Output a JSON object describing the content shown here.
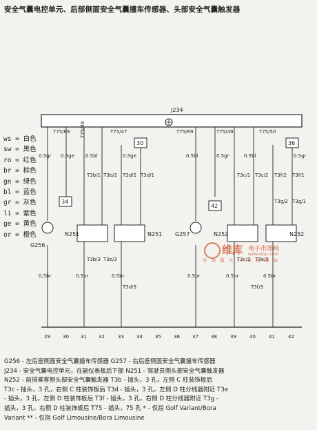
{
  "title": "安全气囊电控单元、后部侧面安全气囊撞车传感器、头部安全气囊触发器",
  "bus_label": "J234",
  "legend": [
    {
      "code": "ws",
      "color": "白色"
    },
    {
      "code": "sw",
      "color": "黑色"
    },
    {
      "code": "ro",
      "color": "红色"
    },
    {
      "code": "br",
      "color": "棕色"
    },
    {
      "code": "gn",
      "color": "绿色"
    },
    {
      "code": "bl",
      "color": "蓝色"
    },
    {
      "code": "gr",
      "color": "灰色"
    },
    {
      "code": "li",
      "color": "紫色"
    },
    {
      "code": "ge",
      "color": "黄色"
    },
    {
      "code": "or",
      "color": "橙色"
    }
  ],
  "connectors": [
    "T75/68",
    "T75/48",
    "T75/47",
    "T75/69",
    "T75/49",
    "T75/50"
  ],
  "ref_boxes": [
    "30",
    "34",
    "36",
    "42"
  ],
  "plugs": [
    "T3b/1",
    "T3b/2",
    "T3d/2",
    "T3d/1",
    "T3c/1",
    "T3c/2",
    "T3f/2",
    "T3f/1",
    "T3g/2",
    "T3g/1",
    "T3b/3",
    "T3e/3",
    "T3d/3",
    "T3c/3",
    "T3e/2",
    "T3f/3"
  ],
  "wires": [
    "0.5gr",
    "0.5ge",
    "0.5bl",
    "0.5br"
  ],
  "components": [
    "G256",
    "N251",
    "N251",
    "G257",
    "N252",
    "N252"
  ],
  "axis_numbers": [
    "29",
    "30",
    "31",
    "32",
    "33",
    "34",
    "35",
    "36",
    "37",
    "38",
    "39",
    "40",
    "41",
    "42"
  ],
  "watermark": {
    "name": "维库",
    "sub": "电子市场网",
    "url": "www.dzsc.com",
    "slogan": "全 球 最 大 IC 采 购 网 站"
  },
  "caption": [
    "G256 - 左后座侧面安全气囊撞车传感器    G257 - 右后座侧面安全气囊撞车传感器",
    "J234 - 安全气囊电控单元，在副仪表板后下部    N251 - 驾驶员侧头部安全气囊触发器",
    "N252 - 前排乘客侧头部安全气囊触发器    T3b - 插头，3 孔，左侧 C 柱装饰板后",
    "T3c - 插头，3 孔，右侧 C 柱装饰板后    T3d - 插头，3 孔，左侧 D 柱分线器附近    T3e",
    "- 插头，3 孔，左侧 D 柱装饰板后    T3f - 插头，3 孔，右侧 D 柱分线器附近    T3g -",
    "插头，3 孔，右侧 D 柱装饰板后    T75 - 插头，75 孔    * - 仅指 Golf Variant/Bora",
    "Variant    ** - 仅指 Golf Limousine/Bora Limousine"
  ]
}
